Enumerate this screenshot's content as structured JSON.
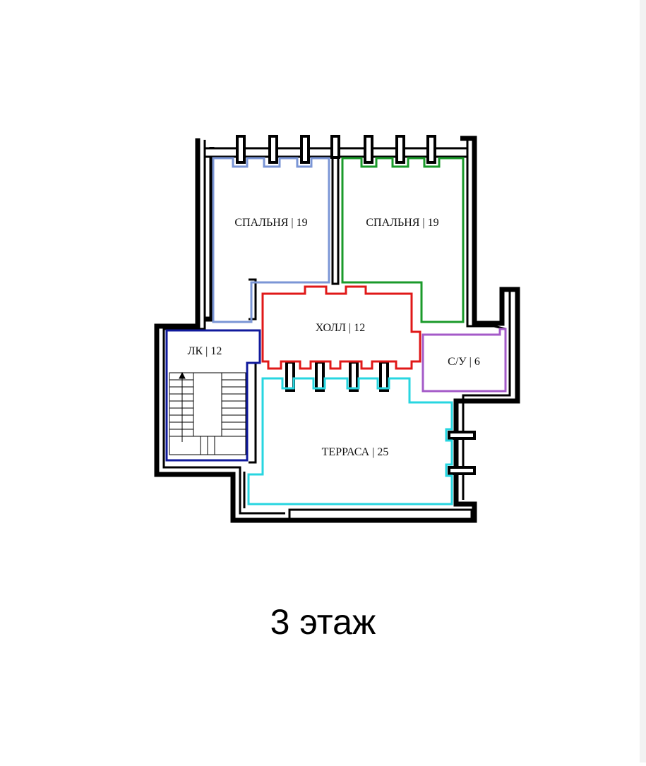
{
  "floor_title": "3 этаж",
  "rooms": [
    {
      "id": "bedroom-1",
      "label": "СПАЛЬНЯ | 19",
      "color": "#7b96d6"
    },
    {
      "id": "bedroom-2",
      "label": "СПАЛЬНЯ | 19",
      "color": "#1a9a2a"
    },
    {
      "id": "hall",
      "label": "ХОЛЛ | 12",
      "color": "#e01818"
    },
    {
      "id": "stair",
      "label": "ЛК | 12",
      "color": "#101a9c"
    },
    {
      "id": "bathroom",
      "label": "С/У | 6",
      "color": "#a45ac8"
    },
    {
      "id": "terrace",
      "label": "ТЕРРАСА | 25",
      "color": "#27d6e0"
    }
  ],
  "wall_color": "#000000"
}
